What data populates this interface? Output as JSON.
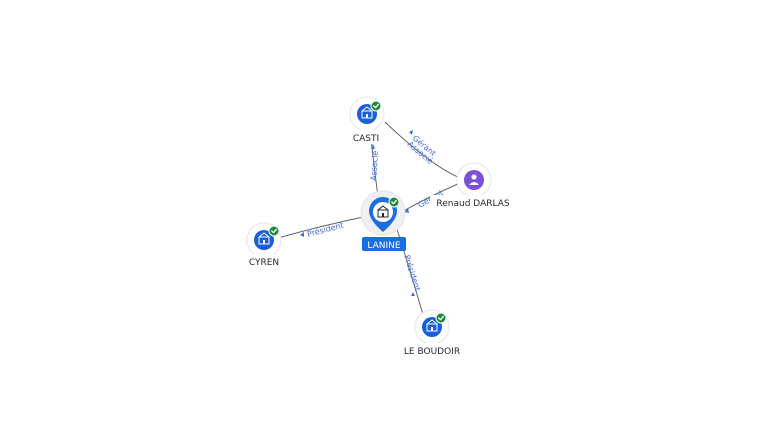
{
  "nodes": {
    "casti": {
      "label": "CASTI",
      "type": "company",
      "verified": true
    },
    "renaud": {
      "label": "Renaud DARLAS",
      "type": "person"
    },
    "lanine": {
      "label": "LANINE",
      "type": "company",
      "verified": true,
      "focus": true
    },
    "cyren": {
      "label": "CYREN",
      "type": "company",
      "verified": true
    },
    "boudoir": {
      "label": "LE BOUDOIR",
      "type": "company",
      "verified": true
    }
  },
  "edges": {
    "lanine_casti": {
      "label": "Associé"
    },
    "renaud_casti_1": {
      "label": "Gérant"
    },
    "renaud_casti_2": {
      "label": "Associé"
    },
    "renaud_lanine": {
      "label": "Gérant"
    },
    "lanine_cyren": {
      "label": "Président"
    },
    "lanine_boudoir": {
      "label": "Président"
    }
  },
  "colors": {
    "company_node": "#1a5fd6",
    "person_node": "#7b4fd9",
    "verified_badge": "#1f8a3e",
    "focus_label_bg": "#1a6ee0",
    "edge_label": "#3e6fe0"
  }
}
